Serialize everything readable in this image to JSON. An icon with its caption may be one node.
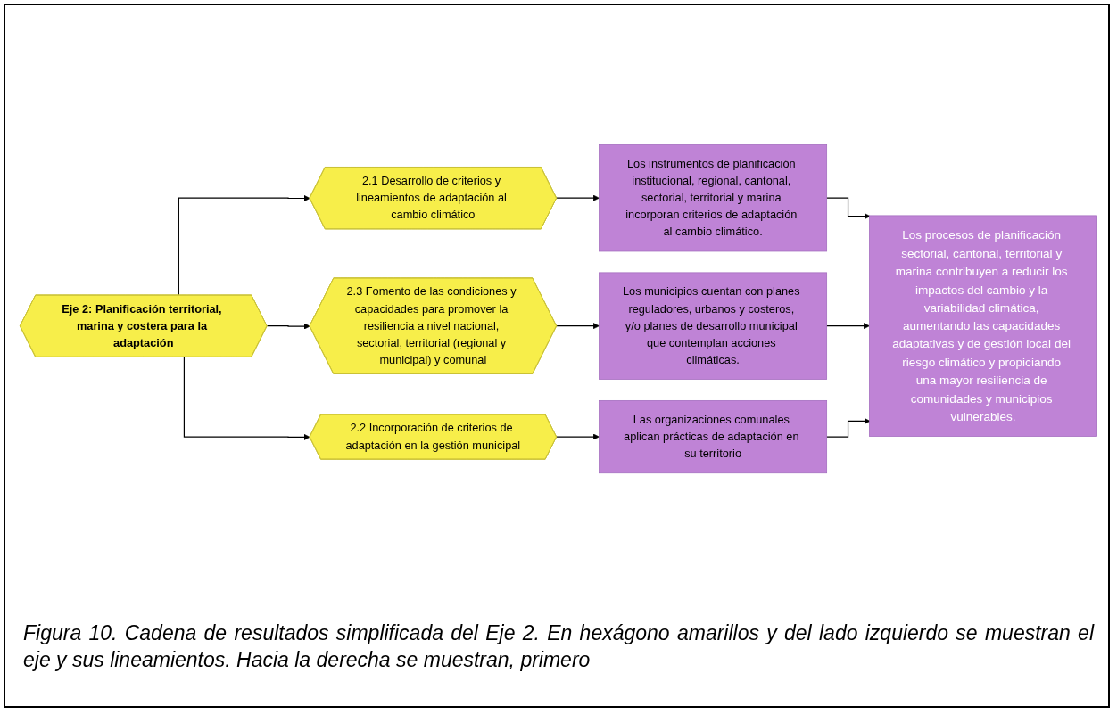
{
  "diagram": {
    "caption": "Figura 10. Cadena de resultados simplificada del Eje 2. En hexágono amarillos y del lado izquierdo se muestran el eje y sus lineamientos. Hacia la derecha se muestran, primero",
    "nodes": [
      {
        "text": [
          "Eje 2: Planificación territorial, marina y costera para la adaptación"
        ]
      },
      {
        "text": [
          "2.1 Desarrollo de criterios y lineamientos de adaptación al cambio climático"
        ]
      },
      {
        "text": [
          "Los instrumentos de planificación institucional, regional, cantonal, sectorial, territorial y marina incorporan criterios de adaptación al cambio climático."
        ]
      },
      {
        "text": [
          "2.3 Fomento de las condiciones y capacidades para promover la resiliencia a nivel nacional, sectorial, territorial (regional y municipal) y comunal"
        ]
      },
      {
        "text": [
          "Los municipios cuentan con planes reguladores, urbanos y costeros, y/o planes de desarrollo municipal que contemplan acciones climáticas."
        ]
      },
      {
        "text": [
          "2.2 Incorporación de criterios de adaptación en la gestión municipal"
        ]
      },
      {
        "text": [
          "Las organizaciones comunales aplican prácticas de adaptación en su territorio"
        ]
      },
      {
        "text": [
          "Los procesos de planificación sectorial, cantonal, territorial y marina contribuyen a reducir los impactos del cambio y la variabilidad climática, aumentando las capacidades adaptativas y de gestión local del riesgo climático y propiciando una mayor resiliencia de comunidades y municipios vulnerables."
        ]
      }
    ],
    "edges": [
      {
        "from": 0,
        "to": 1,
        "arrow": "to"
      },
      {
        "from": 0,
        "to": 3,
        "arrow": "to"
      },
      {
        "from": 0,
        "to": 5,
        "arrow": "to"
      },
      {
        "from": 1,
        "to": 2,
        "arrow": "to"
      },
      {
        "from": 3,
        "to": 4,
        "arrow": "to"
      },
      {
        "from": 5,
        "to": 6,
        "arrow": "to"
      },
      {
        "from": 2,
        "to": 7,
        "arrow": "to"
      },
      {
        "from": 4,
        "to": 7,
        "arrow": "to"
      },
      {
        "from": 6,
        "to": 7,
        "arrow": "to"
      }
    ]
  }
}
